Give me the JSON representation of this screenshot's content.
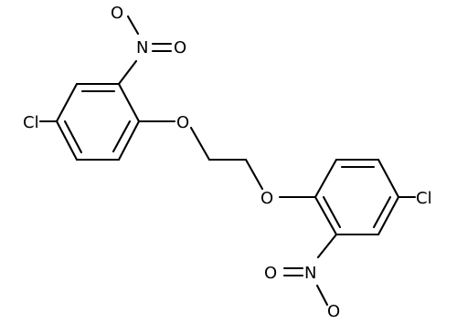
{
  "molecule": {
    "atoms": {
      "cl_left": "Cl",
      "o_left": "O",
      "nitro_left_n": "N",
      "nitro_left_o_top": "O",
      "nitro_left_o_right": "O",
      "o_right": "O",
      "cl_right": "Cl",
      "nitro_right_n": "N",
      "nitro_right_o_left": "O",
      "nitro_right_o_bottom": "O"
    }
  },
  "colors": {
    "background": "#ffffff",
    "ink": "#000000"
  }
}
